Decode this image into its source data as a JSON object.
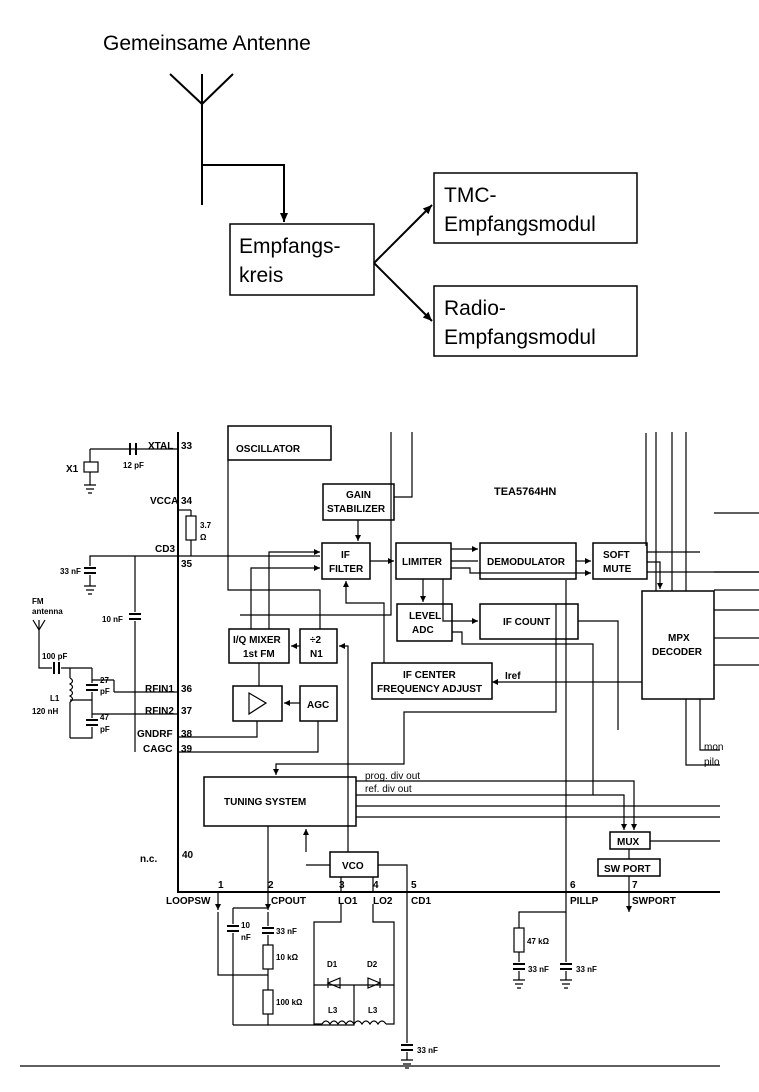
{
  "top_diagram": {
    "antenna_label": "Gemeinsame Antenne",
    "receiver_box": [
      "Empfangs-",
      "kreis"
    ],
    "tmc_box": [
      "TMC-",
      "Empfangsmodul"
    ],
    "radio_box": [
      "Radio-",
      "Empfangsmodul"
    ]
  },
  "schematic": {
    "chip_name": "TEA5764HN",
    "blocks": {
      "crystal_oscillator": "OSCILLATOR",
      "gain_stabilizer": [
        "GAIN",
        "STABILIZER"
      ],
      "if_filter": [
        "IF",
        "FILTER"
      ],
      "limiter": "LIMITER",
      "demodulator": "DEMODULATOR",
      "soft_mute": [
        "SOFT",
        "MUTE"
      ],
      "level_adc": [
        "LEVEL",
        "ADC"
      ],
      "if_count": "IF COUNT",
      "mpx_decoder": [
        "MPX",
        "DECODER"
      ],
      "iq_mixer": [
        "I/Q MIXER",
        "1st FM"
      ],
      "divider": [
        "÷2",
        "N1"
      ],
      "if_center": [
        "IF CENTER",
        "FREQUENCY ADJUST"
      ],
      "agc": "AGC",
      "tuning_system": "TUNING SYSTEM",
      "vco": "VCO",
      "mux": "MUX",
      "sw_port": "SW PORT"
    },
    "pins_left": [
      {
        "name": "XTAL",
        "num": "33"
      },
      {
        "name": "VCCA",
        "num": "34"
      },
      {
        "name": "CD3",
        "num": "35"
      },
      {
        "name": "RFIN1",
        "num": "36"
      },
      {
        "name": "RFIN2",
        "num": "37"
      },
      {
        "name": "GNDRF",
        "num": "38"
      },
      {
        "name": "CAGC",
        "num": "39"
      },
      {
        "name": "n.c.",
        "num": "40"
      }
    ],
    "pins_bottom": [
      {
        "name": "LOOPSW",
        "num": "1"
      },
      {
        "name": "CPOUT",
        "num": "2"
      },
      {
        "name": "LO1",
        "num": "3"
      },
      {
        "name": "LO2",
        "num": "4"
      },
      {
        "name": "CD1",
        "num": "5"
      },
      {
        "name": "PILLP",
        "num": "6"
      },
      {
        "name": "SWPORT",
        "num": "7"
      }
    ],
    "signals": {
      "iref": "Iref",
      "prog_div": "prog. div out",
      "ref_div": "ref. div out",
      "mono": "mon",
      "pilot": "pilo"
    },
    "components": {
      "x1": "X1",
      "c_xtal": "12 pF",
      "r_vcca": [
        "3.7",
        "Ω"
      ],
      "c_cd3": "33 nF",
      "fm_antenna": [
        "FM",
        "antenna"
      ],
      "c_ant": "100 pF",
      "c_10nf": "10 nF",
      "c27": [
        "27",
        "pF"
      ],
      "c47": [
        "47",
        "pF"
      ],
      "l1": [
        "L1",
        "120 nH"
      ],
      "c_loop": [
        "10",
        "nF"
      ],
      "c_cp": "33 nF",
      "r_10k": "10 kΩ",
      "r_100k": "100 kΩ",
      "d1": "D1",
      "d2": "D2",
      "l3": "L3",
      "c_cd1": "33 nF",
      "r_47k": "47 kΩ",
      "c_pillp_a": "33 nF",
      "c_pillp_b": "33 nF"
    }
  }
}
